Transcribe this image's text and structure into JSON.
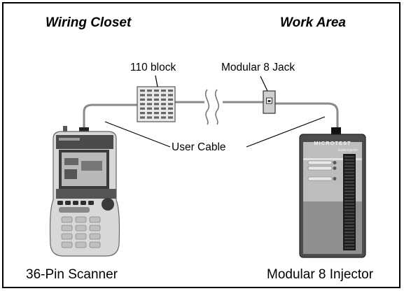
{
  "headings": {
    "left": "Wiring Closet",
    "right": "Work Area"
  },
  "labels": {
    "block": "110 block",
    "jack": "Modular 8 Jack",
    "cable": "User Cable"
  },
  "captions": {
    "scanner": "36-Pin Scanner",
    "injector": "Modular 8 Injector"
  },
  "devices": {
    "injector_brand": "MICROTEST",
    "injector_model": "SuperInjector"
  },
  "icons": [
    "110-block-icon",
    "cable-break-icon",
    "wall-jack-icon",
    "scanner-device",
    "injector-device"
  ]
}
